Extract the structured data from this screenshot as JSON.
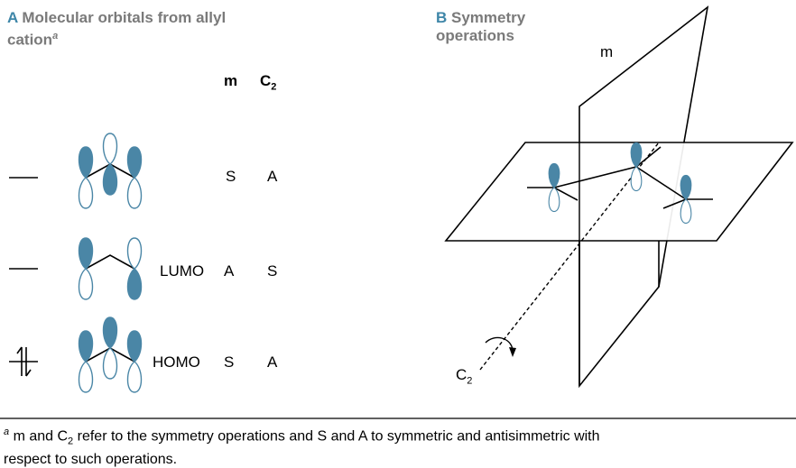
{
  "panel_a": {
    "letter": "A",
    "title_line1": "Molecular orbitals from allyl",
    "title_line2": "cation",
    "title_sup": "a",
    "col_m": "m",
    "col_c2_base": "C",
    "col_c2_sub": "2",
    "rows": [
      {
        "label": "",
        "m": "S",
        "c2": "A"
      },
      {
        "label": "LUMO",
        "m": "A",
        "c2": "S"
      },
      {
        "label": "HOMO",
        "m": "S",
        "c2": "A"
      }
    ]
  },
  "panel_b": {
    "letter": "B",
    "title_line1": "Symmetry",
    "title_line2": "operations",
    "plane_label": "m",
    "axis_label_base": "C",
    "axis_label_sub": "2"
  },
  "footnote": {
    "sup": "a",
    "part1": " m and C",
    "sub": "2",
    "part2": " refer to the symmetry operations and S and A to symmetric and antisimmetric with",
    "line2": "respect to such operations."
  },
  "colors": {
    "orbital": "#4a86a6",
    "panel_letter": "#3e86a8",
    "title_gray": "#7a7a7a"
  }
}
